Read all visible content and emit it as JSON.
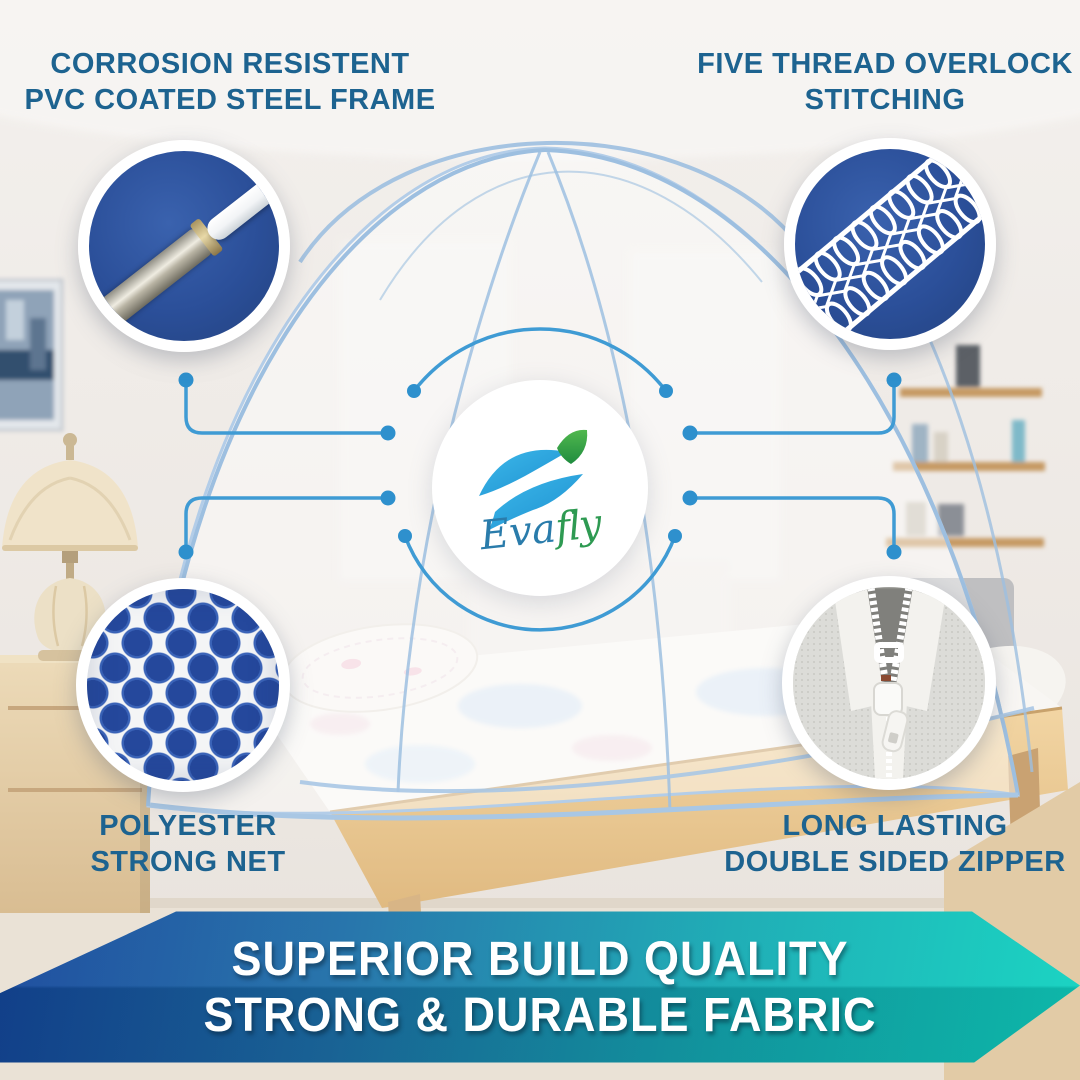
{
  "brand": {
    "name": "Evafly",
    "wordmark_eva": "Eva",
    "wordmark_fly": "fly",
    "logo_icon": "bird-leaf-logo-icon"
  },
  "callouts": {
    "top_left": {
      "line1": "CORROSION RESISTENT",
      "line2": "PVC COATED STEEL FRAME",
      "media": "pvc-coated-steel-frame-photo"
    },
    "top_right": {
      "line1": "FIVE THREAD OVERLOCK",
      "line2": "STITCHING",
      "media": "overlock-stitching-photo"
    },
    "bottom_left": {
      "line1": "POLYESTER",
      "line2": "STRONG NET",
      "media": "polyester-net-mesh-photo"
    },
    "bottom_right": {
      "line1": "LONG LASTING",
      "line2": "DOUBLE SIDED ZIPPER",
      "media": "double-sided-zipper-photo"
    }
  },
  "banner": {
    "line1": "SUPERIOR BUILD QUALITY",
    "line2": "STRONG & DURABLE FABRIC"
  },
  "scene": {
    "description": "bedroom with pop-up mosquito net tent on wooden bed, table lamp on nightstand, wall shelves"
  },
  "colors": {
    "heading_text": "#1d6390",
    "callout_circle_blue": "#2b4f99",
    "connector_line": "#3f9bd4",
    "connector_dot": "#2e90cd",
    "net_trim_blue": "#a9c7e4",
    "banner_gradient_left": "#14459a",
    "banner_gradient_right": "#0fd3c0",
    "banner_text": "#ffffff",
    "logo_blue": "#29a9e0",
    "logo_green": "#33a04b"
  }
}
